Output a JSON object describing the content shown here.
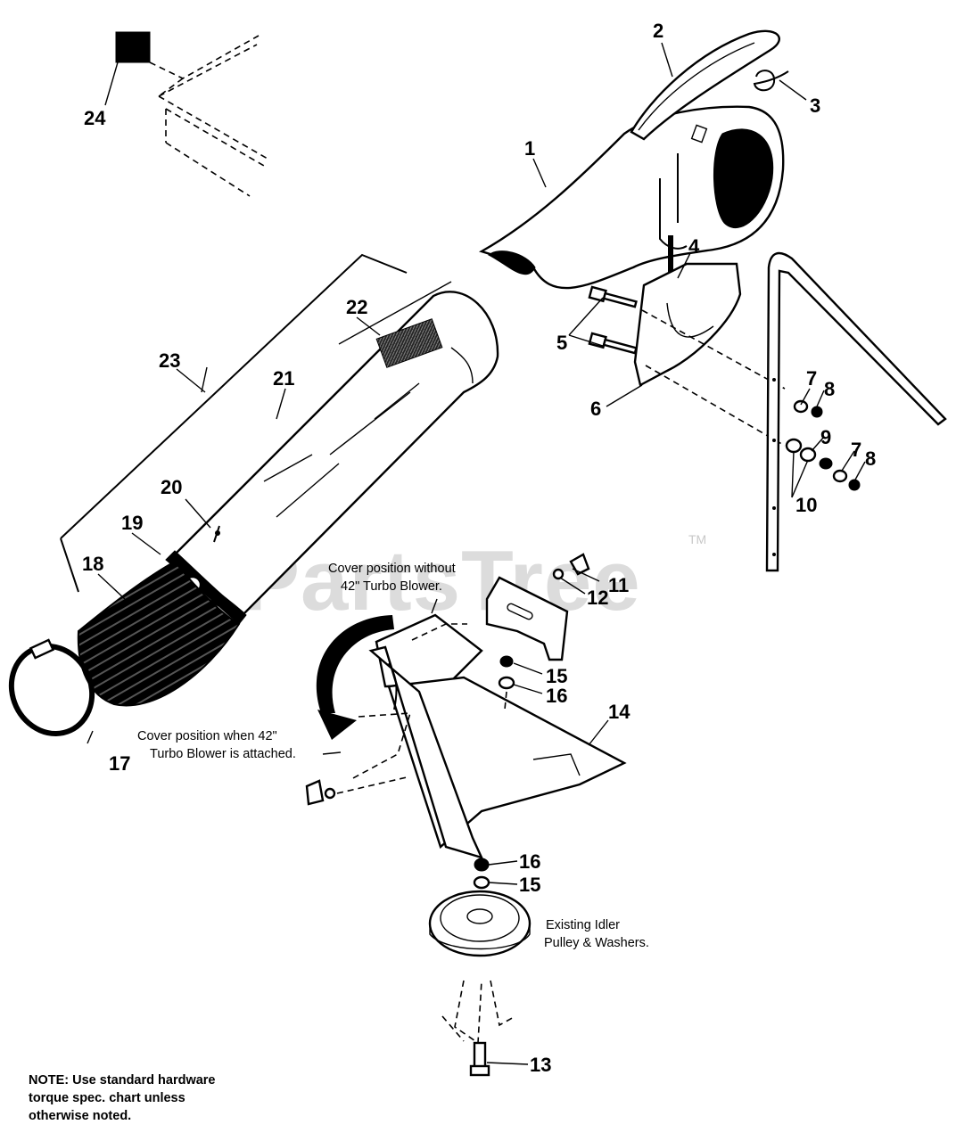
{
  "watermark": "PartsTree",
  "watermark_tm": "TM",
  "callouts": {
    "c1": "1",
    "c2": "2",
    "c3": "3",
    "c4": "4",
    "c5": "5",
    "c6": "6",
    "c7a": "7",
    "c7b": "7",
    "c8a": "8",
    "c8b": "8",
    "c9": "9",
    "c10": "10",
    "c11": "11",
    "c12": "12",
    "c13": "13",
    "c14": "14",
    "c15a": "15",
    "c15b": "15",
    "c16a": "16",
    "c16b": "16",
    "c17": "17",
    "c18": "18",
    "c19": "19",
    "c20": "20",
    "c21": "21",
    "c22": "22",
    "c23": "23",
    "c24": "24"
  },
  "captions": {
    "without_line1": "Cover position without",
    "without_line2": "42\" Turbo Blower.",
    "with_line1": "Cover position when 42\"",
    "with_line2": "Turbo Blower is attached.",
    "idler_line1": "Existing Idler",
    "idler_line2": "Pulley & Washers."
  },
  "note": {
    "line1": "NOTE: Use standard hardware",
    "line2": "torque spec. chart unless",
    "line3": "otherwise noted."
  }
}
